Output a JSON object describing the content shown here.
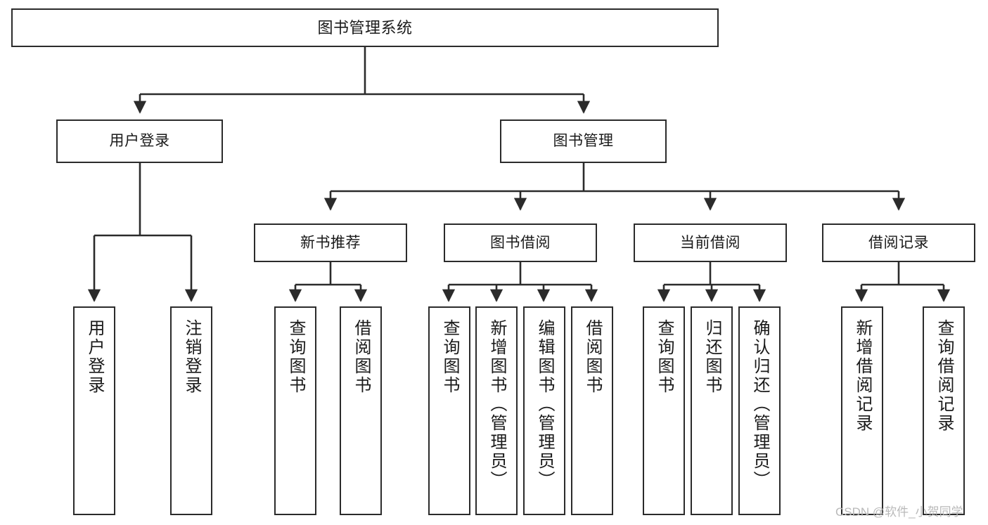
{
  "diagram": {
    "title": "图书管理系统",
    "type": "tree",
    "orientation": "top-down",
    "line_color": "#2b2b2b",
    "box_fill": "#ffffff",
    "text_color": "#1a1a1a"
  },
  "nodes": {
    "root": {
      "label": "图书管理系统",
      "level": 0
    },
    "level1": [
      {
        "id": "user-login",
        "label": "用户登录",
        "level": 1
      },
      {
        "id": "book-manage",
        "label": "图书管理",
        "level": 1
      }
    ],
    "level2": [
      {
        "id": "new-book-recommend",
        "label": "新书推荐",
        "level": 2,
        "parent": "book-manage"
      },
      {
        "id": "book-borrow",
        "label": "图书借阅",
        "level": 2,
        "parent": "book-manage"
      },
      {
        "id": "current-borrow",
        "label": "当前借阅",
        "level": 2,
        "parent": "book-manage"
      },
      {
        "id": "borrow-record",
        "label": "借阅记录",
        "level": 2,
        "parent": "book-manage"
      }
    ],
    "leaves": [
      {
        "id": "leaf-user-login",
        "label": "用户登录",
        "parent": "user-login"
      },
      {
        "id": "leaf-user-logout",
        "label": "注销登录",
        "parent": "user-login"
      },
      {
        "id": "leaf-rec-query-book",
        "label": "查询图书",
        "parent": "new-book-recommend"
      },
      {
        "id": "leaf-rec-borrow-book",
        "label": "借阅图书",
        "parent": "new-book-recommend"
      },
      {
        "id": "leaf-borrow-query-book",
        "label": "查询图书",
        "parent": "book-borrow"
      },
      {
        "id": "leaf-borrow-add-book",
        "label": "新增图书（管理员）",
        "parent": "book-borrow"
      },
      {
        "id": "leaf-borrow-edit-book",
        "label": "编辑图书（管理员）",
        "parent": "book-borrow"
      },
      {
        "id": "leaf-borrow-borrow-book",
        "label": "借阅图书",
        "parent": "book-borrow"
      },
      {
        "id": "leaf-current-query-book",
        "label": "查询图书",
        "parent": "current-borrow"
      },
      {
        "id": "leaf-current-return-book",
        "label": "归还图书",
        "parent": "current-borrow"
      },
      {
        "id": "leaf-current-confirm-return",
        "label": "确认归还（管理员）",
        "parent": "current-borrow"
      },
      {
        "id": "leaf-record-add",
        "label": "新增借阅记录",
        "parent": "borrow-record"
      },
      {
        "id": "leaf-record-query",
        "label": "查询借阅记录",
        "parent": "borrow-record"
      }
    ]
  },
  "watermark": {
    "text": "CSDN @软件_小贺同学"
  }
}
